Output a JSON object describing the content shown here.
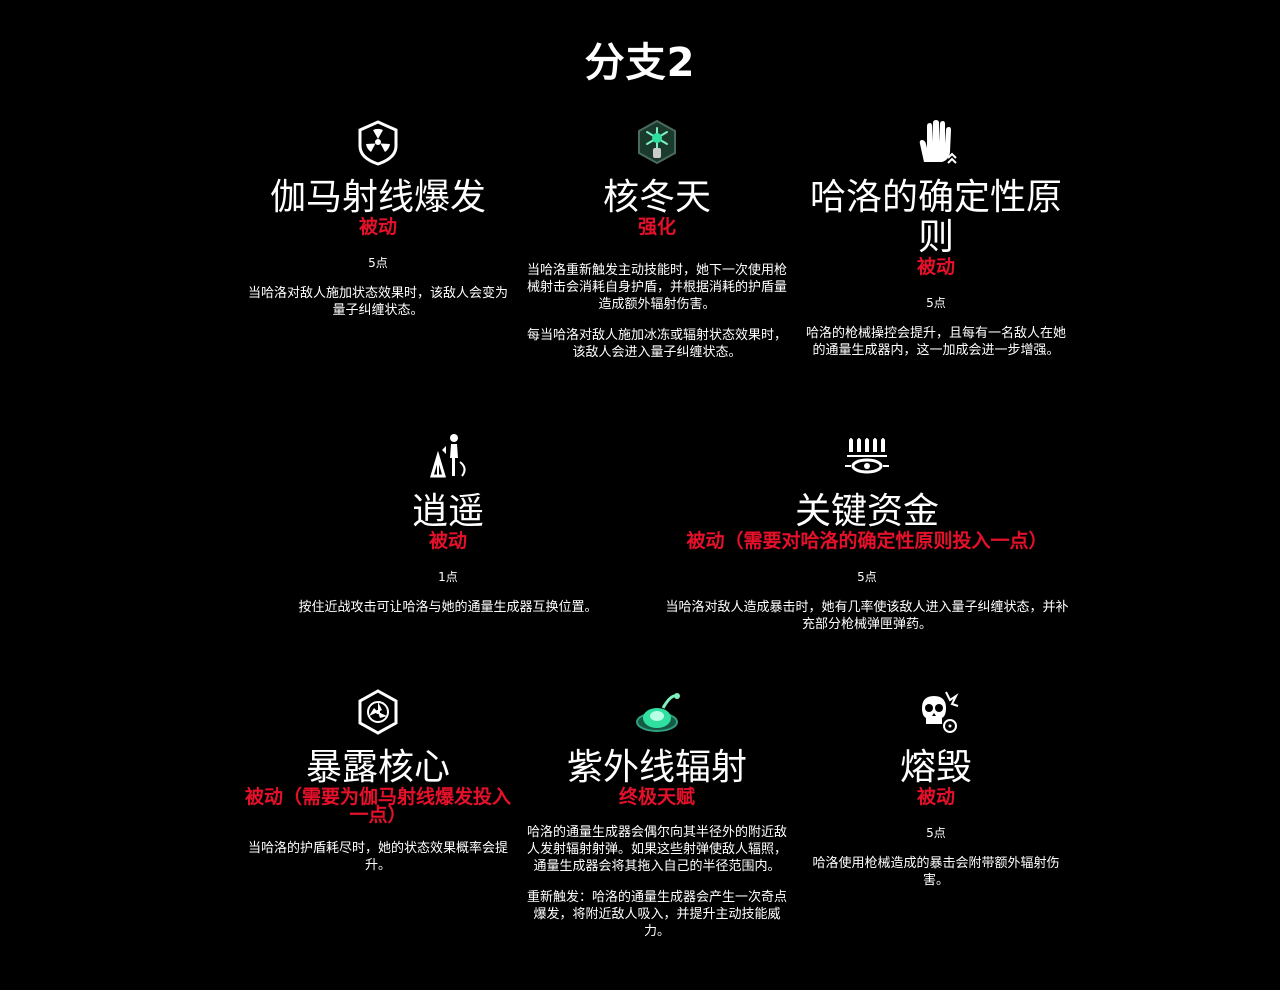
{
  "title": "分支2",
  "skills": [
    {
      "name": "伽马射线爆发",
      "type": "被动",
      "points": "5点",
      "desc": "当哈洛对敌人施加状态效果时，该敌人会变为量子纠缠状态。",
      "icon": "radiation-shield-icon"
    },
    {
      "name": "核冬天",
      "type": "强化",
      "desc": "当哈洛重新触发主动技能时，她下一次使用枪械射击会消耗自身护盾，并根据消耗的护盾量造成额外辐射伤害。",
      "desc2": "每当哈洛对敌人施加冰冻或辐射状态效果时，该敌人会进入量子纠缠状态。",
      "icon": "nuclear-winter-icon"
    },
    {
      "name": "哈洛的确定性原则",
      "type": "被动",
      "points": "5点",
      "desc": "哈洛的枪械操控会提升，且每有一名敌人在她的通量生成器内，这一加成会进一步增强。",
      "icon": "hand-icon"
    },
    {
      "name": "逍遥",
      "type": "被动",
      "points": "1点",
      "desc": "按住近战攻击可让哈洛与她的通量生成器互换位置。",
      "icon": "swap-figure-icon"
    },
    {
      "name": "关键资金",
      "type": "被动（需要对哈洛的确定性原则投入一点）",
      "points": "5点",
      "desc": "当哈洛对敌人造成暴击时，她有几率使该敌人进入量子纠缠状态，并补充部分枪械弹匣弹药。",
      "icon": "ammo-icon"
    },
    {
      "name": "暴露核心",
      "type": "被动（需要为伽马射线爆发投入一点）",
      "desc": "当哈洛的护盾耗尽时，她的状态效果概率会提升。",
      "icon": "core-shield-icon"
    },
    {
      "name": "紫外线辐射",
      "type": "终极天赋",
      "desc": "哈洛的通量生成器会偶尔向其半径外的附近敌人发射辐射射弹。如果这些射弹使敌人辐照，通量生成器会将其拖入自己的半径范围内。",
      "desc2": "重新触发：哈洛的通量生成器会产生一次奇点爆发，将附近敌人吸入，并提升主动技能威力。",
      "icon": "ultraviolet-icon"
    },
    {
      "name": "熔毁",
      "type": "被动",
      "points": "5点",
      "desc": "哈洛使用枪械造成的暴击会附带额外辐射伤害。",
      "icon": "skull-icon"
    }
  ],
  "colors": {
    "accent": "#e5102a",
    "background": "#000000",
    "teal": "#2fe0a0"
  }
}
